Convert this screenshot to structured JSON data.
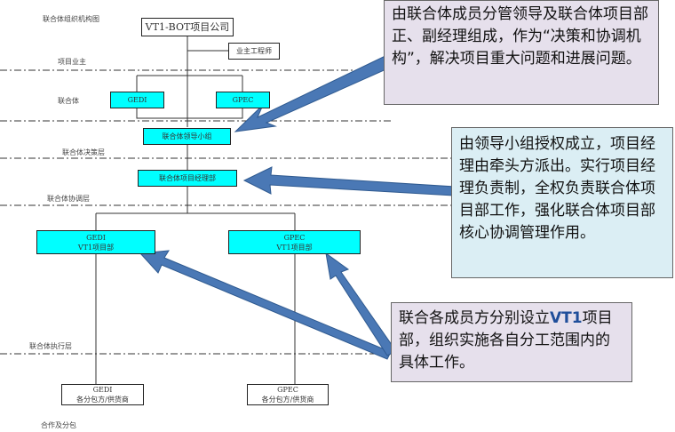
{
  "title": "联合体组织机构图",
  "layers": {
    "owner": "项目业主",
    "consortium": "联合体",
    "decision": "联合体决策层",
    "coordination": "联合体协调层",
    "execution": "联合体执行层",
    "subcontract": "合作及分包"
  },
  "nodes": {
    "company": "VT1-BOT项目公司",
    "engineer": "业主工程师",
    "gedi": "GEDI",
    "gpec": "GPEC",
    "leading_group": "联合体领导小组",
    "pm_dept": "联合体项目经理部",
    "gedi_vt1": {
      "l1": "GEDI",
      "l2": "VT1项目部"
    },
    "gpec_vt1": {
      "l1": "GPEC",
      "l2": "VT1项目部"
    },
    "gedi_sub": {
      "l1": "GEDI",
      "l2": "各分包方/供货商"
    },
    "gpec_sub": {
      "l1": "GPEC",
      "l2": "各分包方/供货商"
    }
  },
  "callouts": {
    "c1": "由联合体成员分管领导及联合体项目部正、副经理组成，作为“决策和协调机构”，解决项目重大问题和进展问题。",
    "c2": "由领导小组授权成立，项目经理由牵头方派出。实行项目经理负责制，全权负责联合体项目部工作，强化联合体项目部核心协调管理作用。",
    "c3_pre": "联合各成员方分别设立",
    "c3_bold": "VT1",
    "c3_post": "项目部，组织实施各自分工范围内的具体工作。"
  },
  "colors": {
    "cyan": "#00ffff",
    "arrow": "#4a78b5",
    "lavender": "#e6e0ec",
    "lightblue": "#dbeef4"
  }
}
